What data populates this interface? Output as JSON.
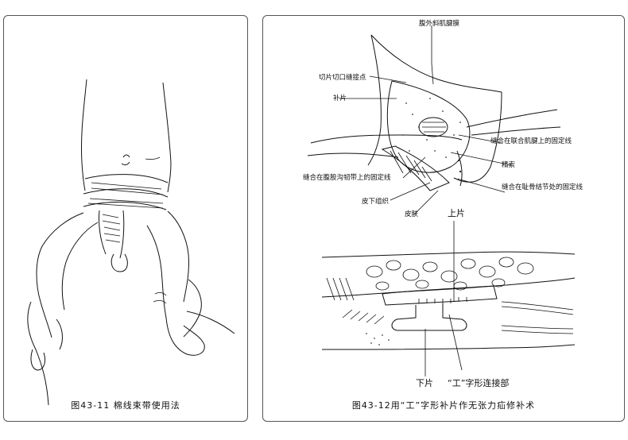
{
  "figure_left": {
    "caption": "图43-11  棉线束带使用法"
  },
  "figure_right": {
    "caption": "图43-12用“工”字形补片作无张力疝修补术",
    "labels": {
      "aponeurosis": "腹外斜肌腱膜",
      "incision_suture": "切片切口缝接点",
      "patch": "补片",
      "sutured_conjoint": "缝合在联合肌腱上的固定线",
      "spermatic_cord": "精索",
      "sutured_inguinal": "缝合在腹股沟韧带上的固定线",
      "sutured_pubic": "缝合在耻骨结节处的固定线",
      "subcutaneous": "皮下组织",
      "skin": "皮肤",
      "upper_sheet": "上片",
      "lower_sheet": "下片",
      "connector": "“工”字形连接部"
    }
  }
}
